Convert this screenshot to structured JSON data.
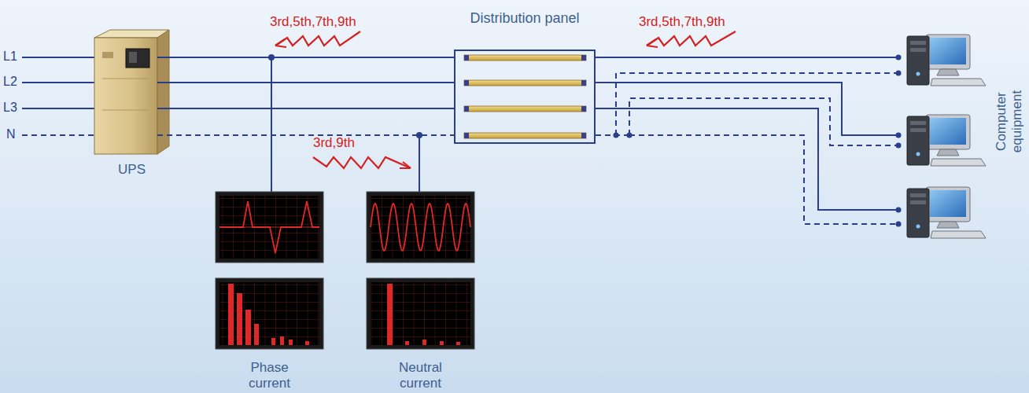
{
  "diagram": {
    "nodes": [
      {
        "text": [
          "UPS"
        ]
      },
      {
        "text": [
          "Distribution panel"
        ]
      },
      {
        "text": [
          "Phase current"
        ]
      },
      {
        "text": [
          "Neutral current"
        ]
      }
    ],
    "edges": [
      {
        "from": 0,
        "to": 1,
        "arrow": "none"
      },
      {
        "from": 0,
        "to": 1,
        "arrow": "none"
      },
      {
        "from": 0,
        "to": 1,
        "arrow": "none"
      },
      {
        "from": 0,
        "to": 1,
        "arrow": "none"
      }
    ],
    "labels": [
      "L1",
      "L2",
      "L3",
      "N",
      "3rd,5th,7th,9th",
      "3rd,5th,7th,9th",
      "3rd,9th",
      "Computer equipment"
    ]
  }
}
